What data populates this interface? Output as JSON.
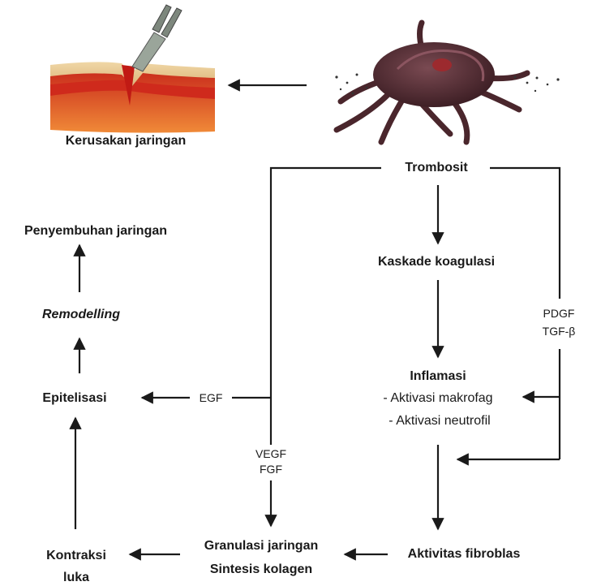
{
  "nodes": {
    "tissue_damage": "Kerusakan jaringan",
    "platelet": "Trombosit",
    "coagulation": "Kaskade koagulasi",
    "inflammation": "Inflamasi",
    "macrophage": "- Aktivasi makrofag",
    "neutrophil": "- Aktivasi neutrofil",
    "fibroblast": "Aktivitas fibroblas",
    "granulation_1": "Granulasi jaringan",
    "granulation_2": "Sintesis kolagen",
    "contraction_1": "Kontraksi",
    "contraction_2": "luka",
    "epithelialization": "Epitelisasi",
    "remodelling": "Remodelling",
    "healing": "Penyembuhan jaringan"
  },
  "growth_factors": {
    "egf": "EGF",
    "vegf": "VEGF",
    "fgf": "FGF",
    "pdgf": "PDGF",
    "tgf": "TGF-β"
  },
  "colors": {
    "line": "#1a1a1a",
    "skin_top": "#e9c98f",
    "tissue_red": "#d8321e",
    "tissue_orange": "#ef7a2a",
    "platelet": "#5a2f36"
  }
}
